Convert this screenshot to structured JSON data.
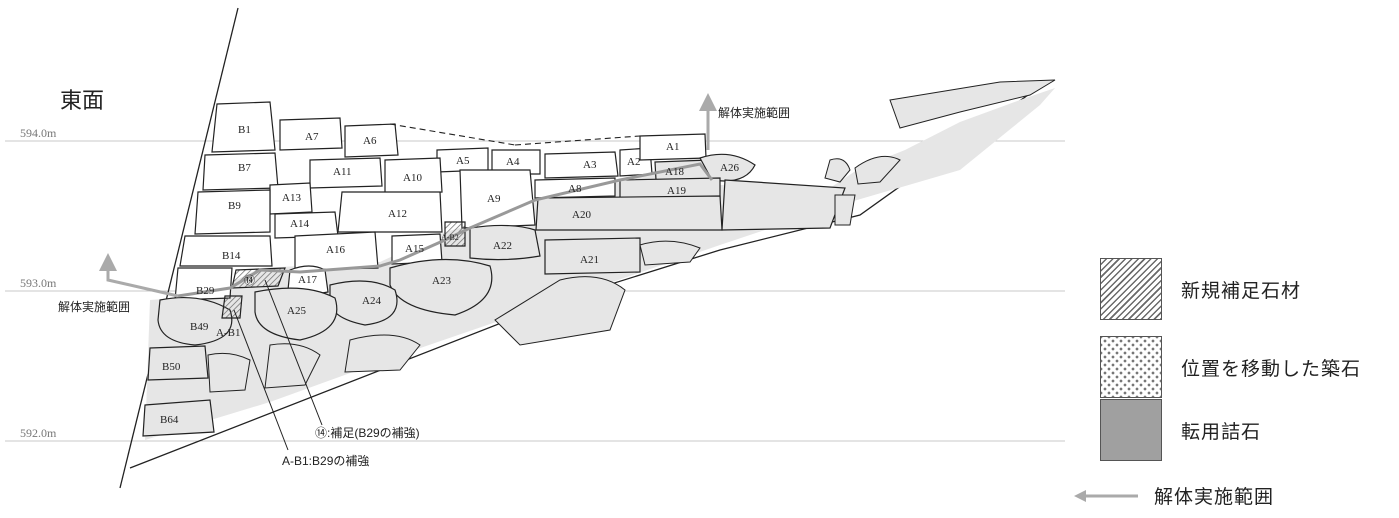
{
  "title": "東面",
  "elevations": [
    "594.0m",
    "593.0m",
    "592.0m"
  ],
  "range_label": "解体実施範囲",
  "annotations": {
    "hosoku": "⑭:補足(B29の補強)",
    "ab1": "A-B1:B29の補強"
  },
  "stones": {
    "B1": "B1",
    "A7": "A7",
    "A6": "A6",
    "A5": "A5",
    "A4": "A4",
    "A3": "A3",
    "A2": "A2",
    "A1": "A1",
    "A18": "A18",
    "A26": "A26",
    "B7": "B7",
    "A11": "A11",
    "A10": "A10",
    "A9": "A9",
    "A8": "A8",
    "A19": "A19",
    "A13": "A13",
    "B9": "B9",
    "A12": "A12",
    "A20": "A20",
    "A14": "A14",
    "AB2": "A-B2",
    "A22": "A22",
    "A16": "A16",
    "A15": "A15",
    "A21": "A21",
    "B14": "B14",
    "N14": "⑭",
    "A17": "A17",
    "A23": "A23",
    "B29": "B29",
    "A24": "A24",
    "A25": "A25",
    "B49": "B49",
    "AB1": "A-B1",
    "B50": "B50",
    "B64": "B64"
  },
  "legend": {
    "new_stone": "新規補足石材",
    "moved_stone": "位置を移動した築石",
    "reused_stone": "転用詰石",
    "range": "解体実施範囲"
  },
  "colors": {
    "gray_fill": "#e6e6e6",
    "legend_gray": "#a0a0a0",
    "arrow": "#aaaaaa",
    "outline": "#222222",
    "elev_line": "#bbbbbb"
  }
}
